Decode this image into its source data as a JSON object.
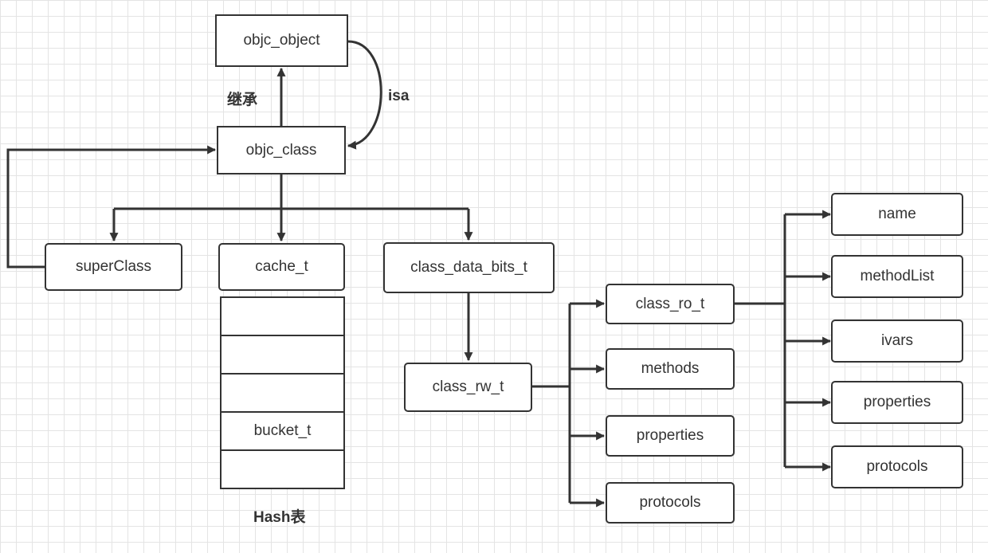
{
  "nodes": {
    "objc_object": "objc_object",
    "objc_class": "objc_class",
    "superClass": "superClass",
    "cache_t": "cache_t",
    "class_data_bits_t": "class_data_bits_t",
    "class_rw_t": "class_rw_t",
    "class_ro_t": "class_ro_t",
    "rw_methods": "methods",
    "rw_properties": "properties",
    "rw_protocols": "protocols",
    "ro_name": "name",
    "ro_methodList": "methodList",
    "ro_ivars": "ivars",
    "ro_properties": "properties",
    "ro_protocols": "protocols"
  },
  "hash_table": {
    "cells": [
      "",
      "",
      "",
      "bucket_t",
      ""
    ],
    "caption": "Hash表"
  },
  "edge_labels": {
    "inherit": "继承",
    "isa": "isa"
  },
  "colors": {
    "line": "#333333",
    "grid": "#e4e4e4",
    "background": "#ffffff"
  }
}
